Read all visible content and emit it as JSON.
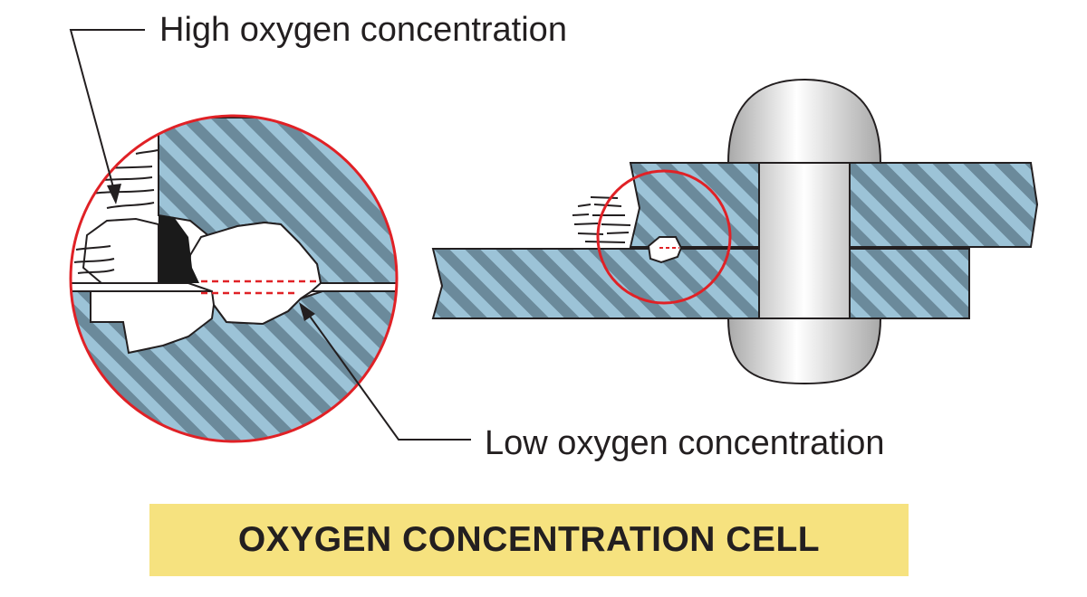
{
  "labels": {
    "high": "High oxygen concentration",
    "low": "Low oxygen concentration"
  },
  "title": "OXYGEN CONCENTRATION CELL",
  "colors": {
    "hatch_fill": "#9cc3d7",
    "hatch_stripe": "#6b8a9b",
    "highlight_circle": "#e02126",
    "title_banner": "#f6e27f",
    "outline": "#231f20",
    "rivet_light": "#f2f2f2",
    "rivet_shade": "#b5b5b5"
  }
}
